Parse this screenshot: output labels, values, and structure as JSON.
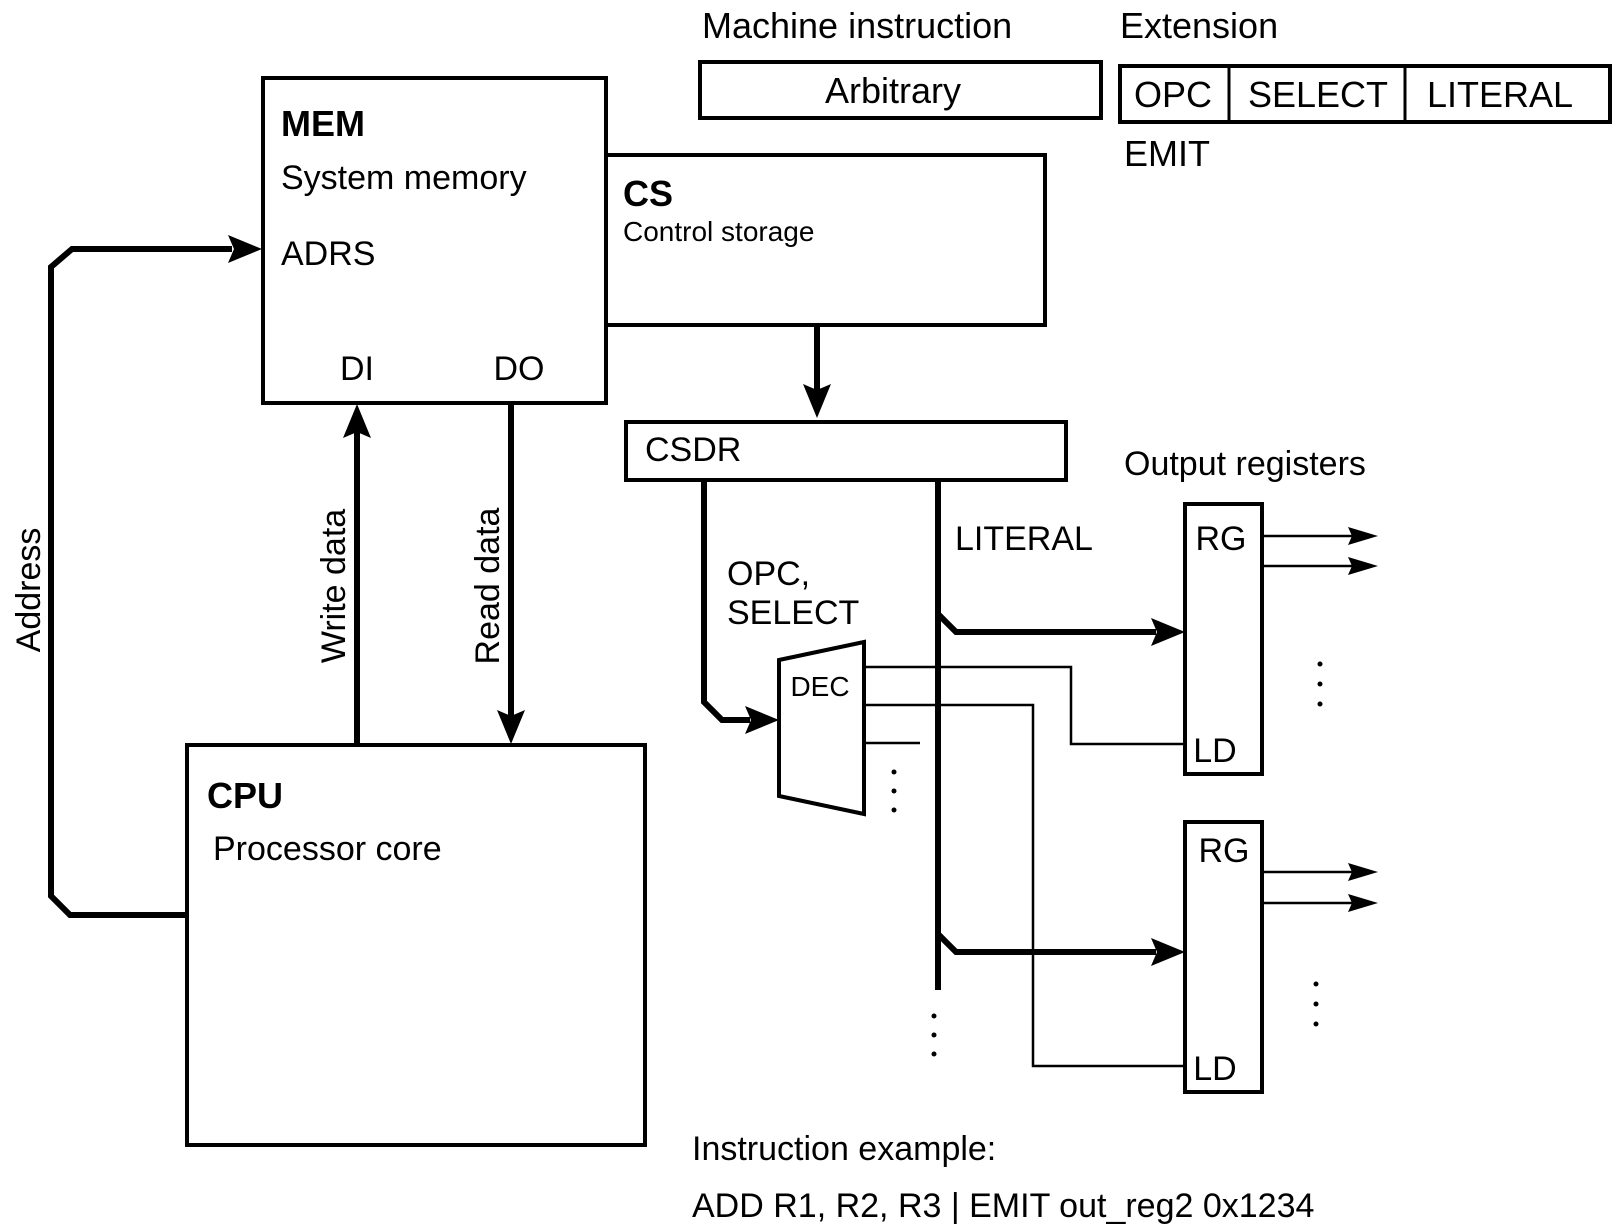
{
  "mem": {
    "title": "MEM",
    "subtitle": "System memory",
    "port_adrs": "ADRS",
    "port_di": "DI",
    "port_do": "DO"
  },
  "cs": {
    "title": "CS",
    "subtitle": "Control storage"
  },
  "csdr": {
    "label": "CSDR"
  },
  "cpu": {
    "title": "CPU",
    "subtitle": "Processor core"
  },
  "signals": {
    "address": "Address",
    "write_data": "Write data",
    "read_data": "Read data",
    "literal": "LITERAL",
    "opc_line1": "OPC,",
    "opc_line2": "SELECT"
  },
  "dec": {
    "label": "DEC"
  },
  "machine_instruction": {
    "heading": "Machine instruction",
    "field": "Arbitrary"
  },
  "extension": {
    "heading": "Extension",
    "fields": [
      "OPC",
      "SELECT",
      "LITERAL"
    ],
    "opcode": "EMIT"
  },
  "output_registers": {
    "heading": "Output registers",
    "registers": [
      {
        "rg": "RG",
        "ld": "LD"
      },
      {
        "rg": "RG",
        "ld": "LD"
      }
    ]
  },
  "example": {
    "heading": "Instruction example:",
    "code": "ADD R1, R2, R3 | EMIT out_reg2 0x1234"
  }
}
